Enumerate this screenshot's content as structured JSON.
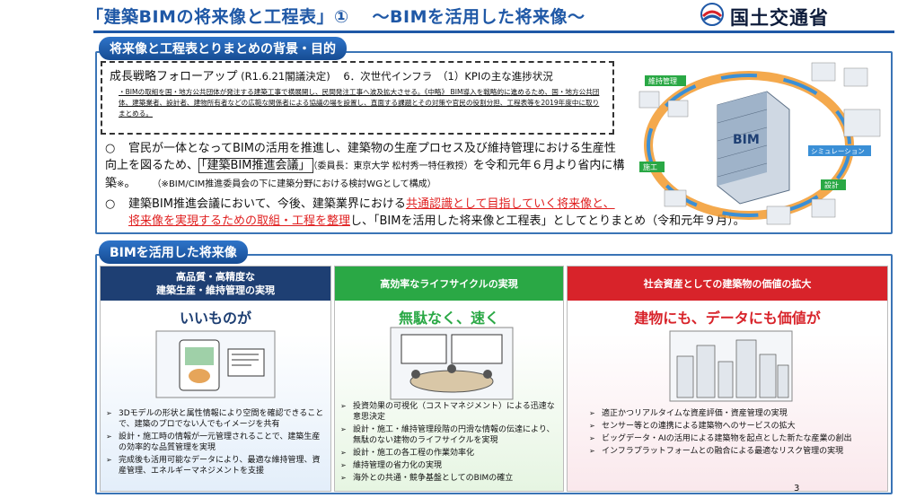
{
  "title": {
    "main": "「建築BIMの将来像と工程表」①",
    "sub": "～BIMを活用した将来像～"
  },
  "logo": {
    "name": "国土交通省"
  },
  "section1": {
    "header": "将来像と工程表とりまとめの背景・目的",
    "growth": {
      "title": "成長戦略フォローアップ",
      "date": "(R1.6.21閣議決定)",
      "item": "6．次世代インフラ　（1）KPIの主な進捗状況",
      "body": "・BIMの取組を国・地方公共団体が発注する建築工事で横展開し、民間発注工事へ波及拡大させる。《中略》 BIM導入を戦略的に進めるため、国・地方公共団体、建築業者、設計者、建物所有者などの広範な関係者による協議の場を設置し、直面する課題とその対策や官民の役割分担、工程表等を2019年度中に取りまとめる。"
    },
    "para1": {
      "circle": "○",
      "a": "官民が一体となってBIMの活用を推進し、建築物の生産プロセス及び維持管理における生産性向上を図るため、",
      "boxed": "「建築BIM推進会議」",
      "chair": "（委員長：東京大学 松村秀一特任教授）",
      "b": "を令和元年６月より省内に構築",
      "note_mark": "※",
      "c": "。",
      "note": "（※BIM/CIM推進委員会の下に建築分野における検討WGとして構成）"
    },
    "para2": {
      "circle": "○",
      "a": "建築BIM推進会議において、今後、建築業界における",
      "red1": "共通認識として目指していく将来像と、",
      "red2": "将来像を実現するための取組・工程を整理",
      "b": "し、「BIMを活用した将来像と工程表」としてとりまとめ（令和元年９月）。"
    },
    "illustration": {
      "center": "BIM",
      "labels": [
        "維持管理",
        "施工",
        "設計",
        "シミュレーション"
      ]
    }
  },
  "section2": {
    "header": "BIMを活用した将来像",
    "columns": [
      {
        "head1": "高品質・高精度な",
        "head2": "建築生産・維持管理の実現",
        "slogan": "いいものが",
        "bullets": [
          "3Dモデルの形状と属性情報により空間を確認できることで、建築のプロでない人でもイメージを共有",
          "設計・施工時の情報が一元管理されることで、建築生産の効率的な品質管理を実現",
          "完成後も活用可能なデータにより、最適な維持管理、資産管理、エネルギーマネジメントを支援"
        ]
      },
      {
        "head1": "高効率なライフサイクルの実現",
        "head2": "",
        "slogan": "無駄なく、速く",
        "bullets": [
          "投資効果の可視化（コストマネジメント）による迅速な意思決定",
          "設計・施工・維持管理段階の円滑な情報の伝達により、無駄のない建物のライフサイクルを実現",
          "設計・施工の各工程の作業効率化",
          "維持管理の省力化の実現",
          "海外との共通・競争基盤としてのBIMの確立"
        ]
      },
      {
        "head1": "社会資産としての建築物の価値の拡大",
        "head2": "",
        "slogan": "建物にも、データにも価値が",
        "bullets": [
          "適正かつリアルタイムな資産評価・資産管理の実現",
          "センサー等との連携による建築物へのサービスの拡大",
          "ビッグデータ・AIの活用による建築物を起点とした新たな産業の創出",
          "インフラプラットフォームとの融合による最適なリスク管理の実現"
        ]
      }
    ]
  },
  "page": "3"
}
